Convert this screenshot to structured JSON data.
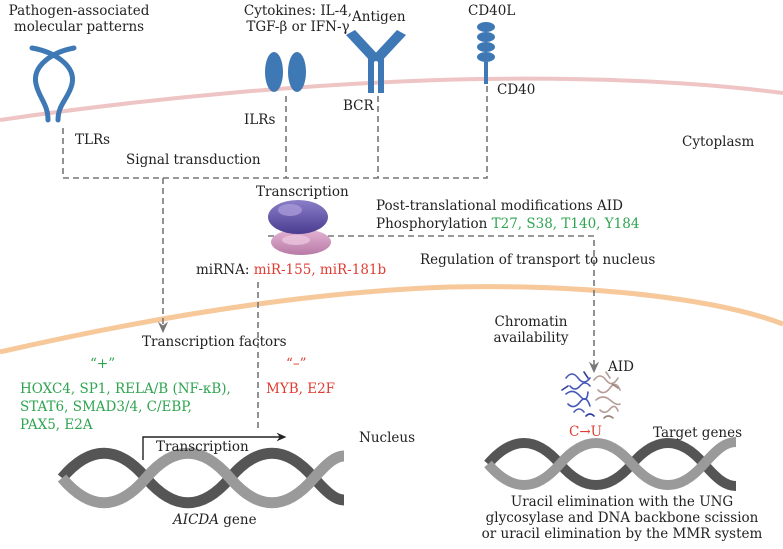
{
  "colors": {
    "membrane": "#eec4c4",
    "nuclear_membrane": "#f6c89a",
    "receptor": "#3e78b5",
    "dash": "#777777",
    "positive": "#2ea44f",
    "negative": "#e03c31"
  },
  "labels": {
    "pamp_line1": "Pathogen-associated",
    "pamp_line2": "molecular patterns",
    "cytokines_line1": "Cytokines: IL-4,",
    "cytokines_line2": "TGF-β or IFN-γ",
    "antigen": "Antigen",
    "cd40l": "CD40L",
    "cd40": "CD40",
    "bcr": "BCR",
    "ilrs": "ILRs",
    "tlrs": "TLRs",
    "signal_transduction": "Signal transduction",
    "cytoplasm": "Cytoplasm",
    "transcription_top": "Transcription",
    "ptm_line1": "Post-translational modifications AID",
    "ptm_phos": "Phosphorylation",
    "ptm_sites": "T27, S38, T140, Y184",
    "mirna_prefix": "miRNA:",
    "mirna_list": "miR-155, miR-181b",
    "transport": "Regulation of transport to nucleus",
    "transcription_factors": "Transcription factors",
    "chromatin_line1": "Chromatin",
    "chromatin_line2": "availability",
    "plus": "“+”",
    "minus": "“–”",
    "plus_line1": "HOXC4, SP1, RELA/B (NF-κB),",
    "plus_line2": "STAT6, SMAD3/4, C/EBP,",
    "plus_line3": "PAX5, E2A",
    "minus_list": "MYB, E2F",
    "aid": "AID",
    "c_to_u": "C→U",
    "target_genes": "Target genes",
    "nucleus": "Nucleus",
    "transcription_bottom": "Transcription",
    "aicda_gene_name": "AICDA",
    "aicda_gene_suffix": " gene",
    "uracil_line1": "Uracil elimination with the UNG",
    "uracil_line2": "glycosylase and DNA backbone scission",
    "uracil_line3": "or uracil elimination by the MMR system"
  },
  "icons": {
    "tlr": "tlr-receptor-icon",
    "ilr": "ilr-receptor-icon",
    "bcr": "bcr-receptor-icon",
    "cd40": "cd40-receptor-icon",
    "ribosome": "ribosome-icon",
    "aid_protein": "aid-protein-icon",
    "dna_left": "dna-helix-icon",
    "dna_right": "dna-helix-icon"
  }
}
